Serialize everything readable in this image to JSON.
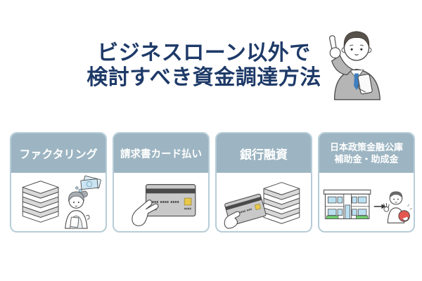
{
  "title": {
    "line1": "ビジネスローン以外で",
    "line2": "検討すべき資金調達方法"
  },
  "cards": [
    {
      "label": "ファクタリング",
      "illustration": "document-stack-woman-money"
    },
    {
      "label": "請求書カード払い",
      "illustration": "hand-holding-credit-card"
    },
    {
      "label": "銀行融資",
      "illustration": "credit-card-and-document-stack"
    },
    {
      "label_line1": "日本政策金融公庫",
      "label_line2": "補助金・助成金",
      "illustration": "bank-building-arrow-person-with-money-pouch"
    }
  ],
  "header_illustration": "businessman-pointing-holding-phone",
  "colors": {
    "background": "#ffffff",
    "title_text": "#1e3a68",
    "card_header_bg": "#9db5c2",
    "card_border": "#b7cdd8",
    "card_label_text": "#ffffff",
    "outline_gray": "#4d4d4d",
    "suit_gray": "#b5b5b5",
    "tie_blue": "#3e7ec1",
    "money_bill_blue": "#cbe4f1",
    "window_blue": "#badff0",
    "awning_green": "#6fcf6f",
    "chip_yellow": "#e8c84a",
    "pouch_red": "#e4574f"
  }
}
